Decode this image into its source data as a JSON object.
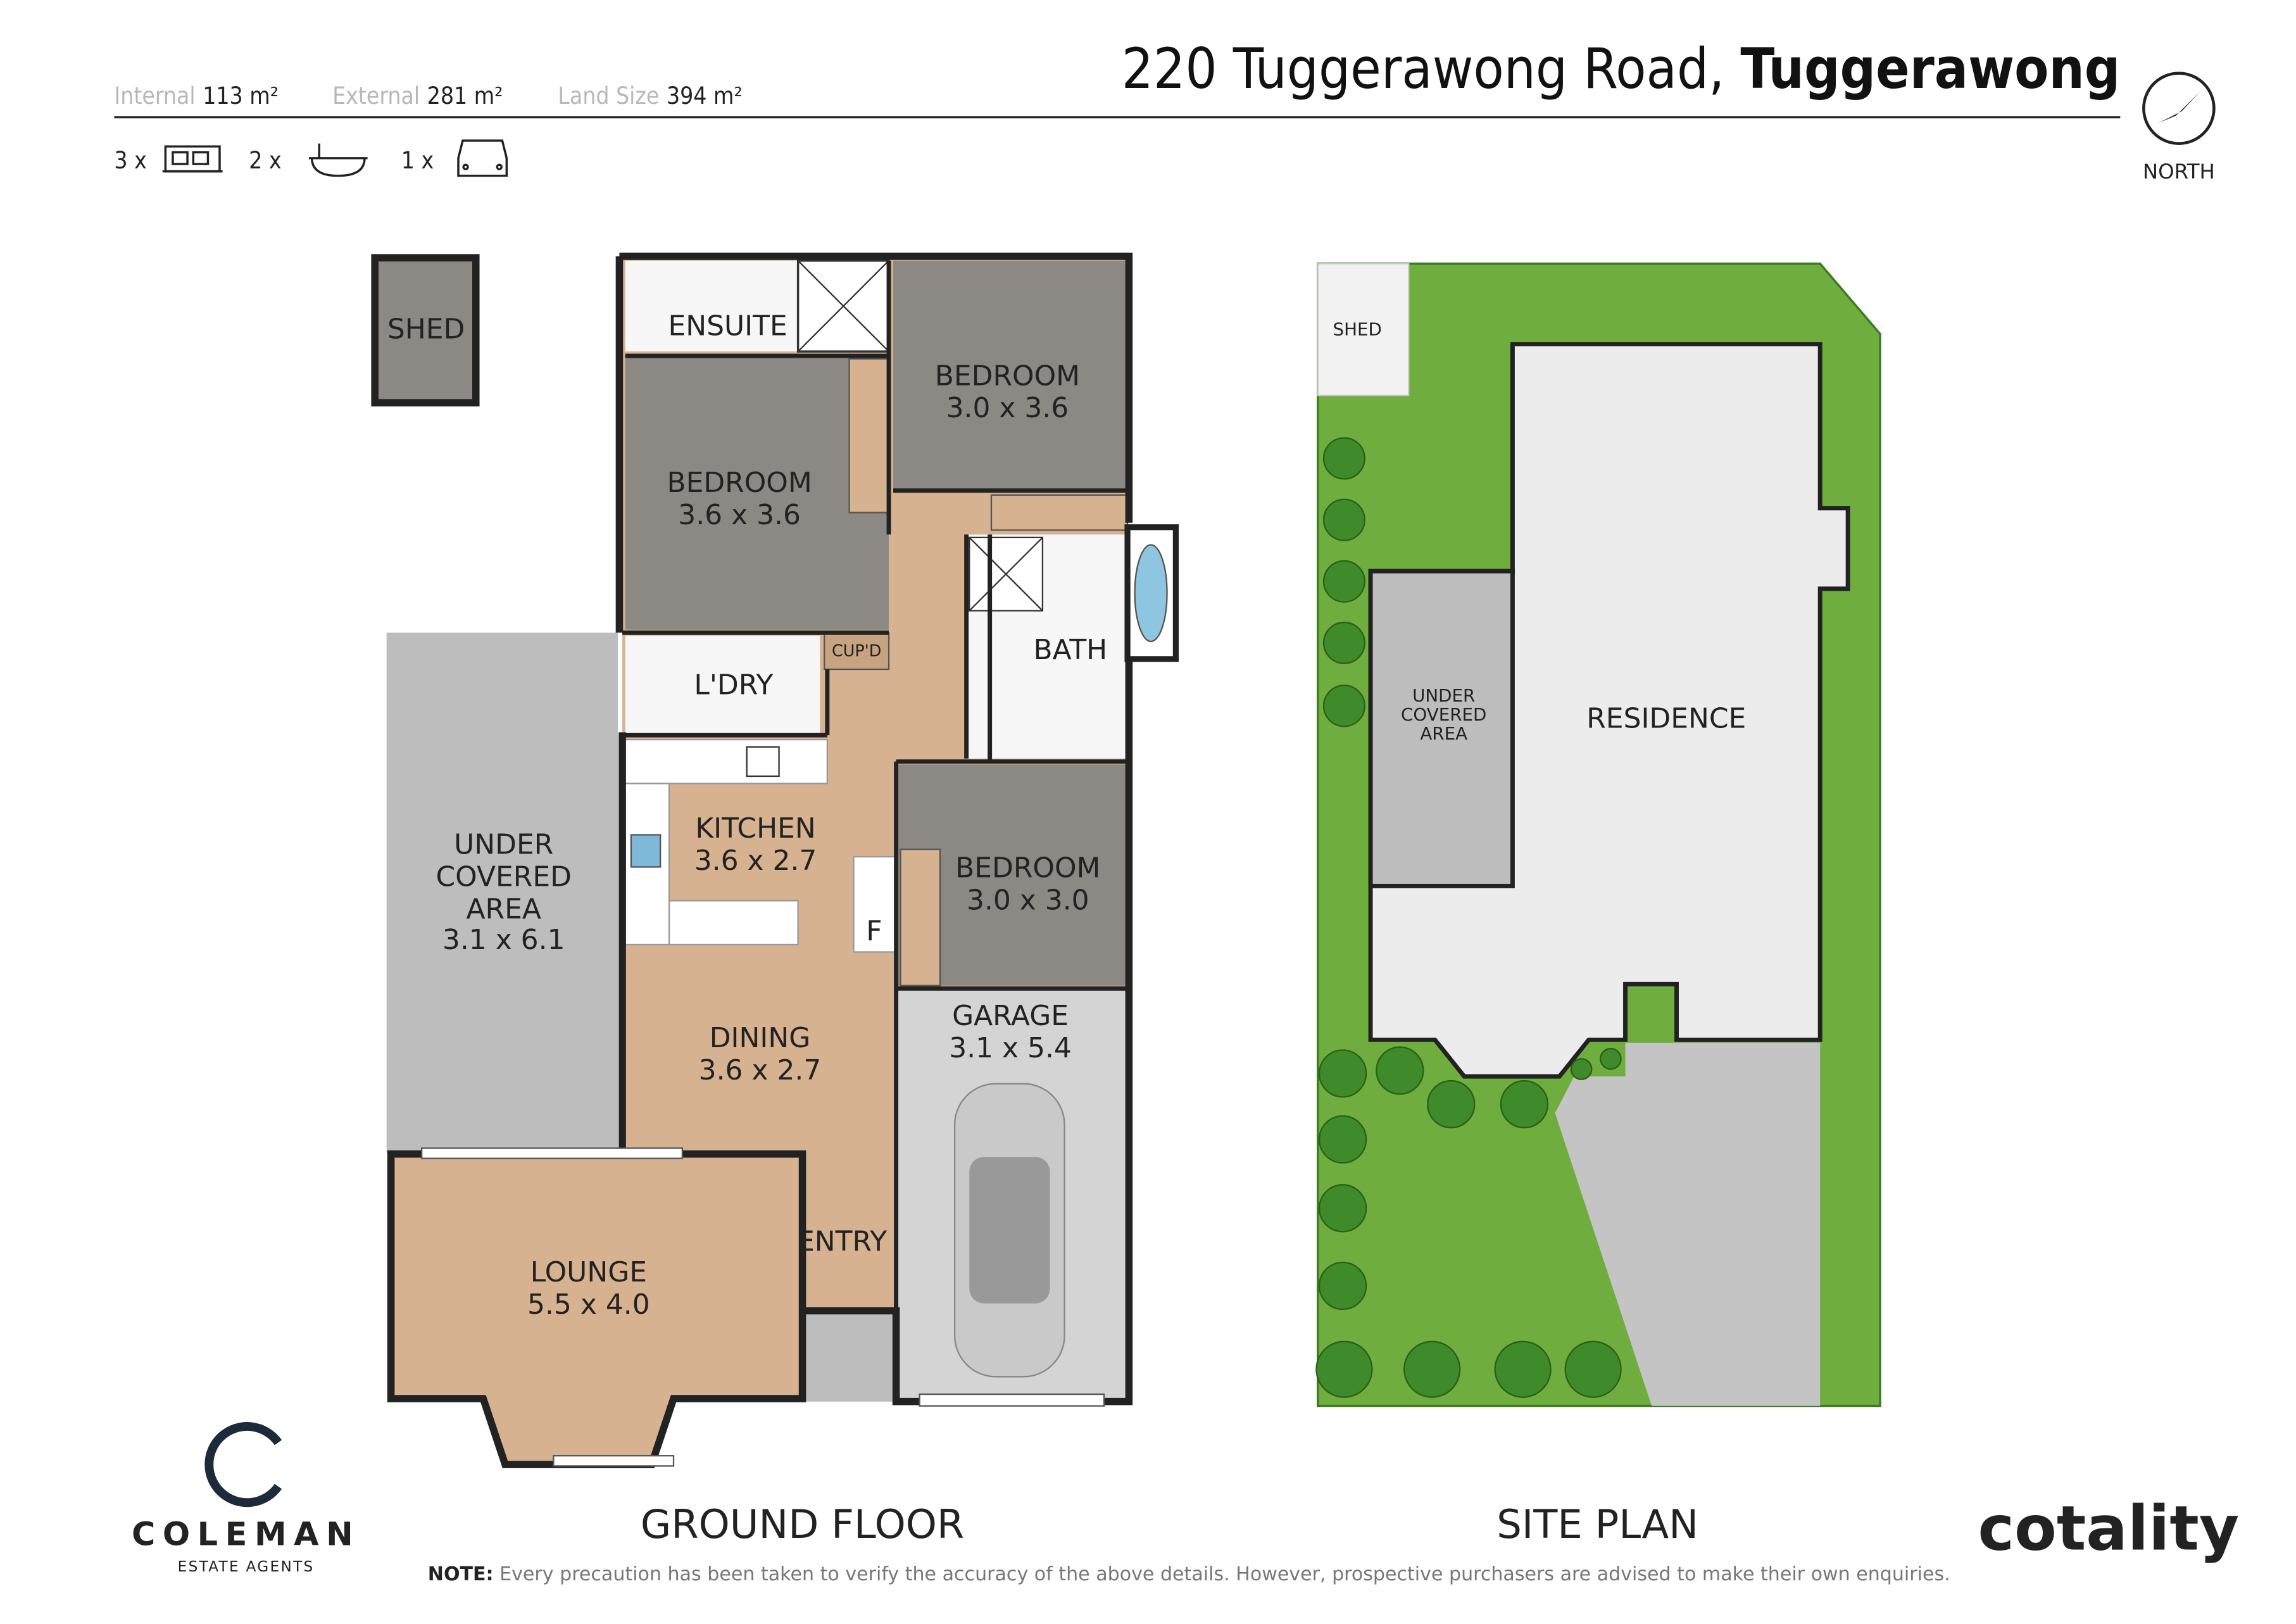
{
  "header": {
    "address_street": "220 Tuggerawong Road,",
    "address_suburb": "Tuggerawong",
    "stats": [
      {
        "label": "Internal",
        "value": "113 m²"
      },
      {
        "label": "External",
        "value": "281 m²"
      },
      {
        "label": "Land Size",
        "value": "394 m²"
      }
    ],
    "features": [
      {
        "count": "3 x",
        "icon": "bed-icon"
      },
      {
        "count": "2 x",
        "icon": "bath-icon"
      },
      {
        "count": "1 x",
        "icon": "car-icon"
      }
    ],
    "compass_label": "NORTH"
  },
  "ground_floor": {
    "title": "GROUND FLOOR",
    "rooms": {
      "shed": "SHED",
      "ensuite": "ENSUITE",
      "bedroom1": {
        "name": "BEDROOM",
        "size": "3.6 x 3.6"
      },
      "bedroom2": {
        "name": "BEDROOM",
        "size": "3.0 x 3.6"
      },
      "bedroom3": {
        "name": "BEDROOM",
        "size": "3.0 x 3.0"
      },
      "cupd": "CUP'D",
      "bath": "BATH",
      "laundry": "L'DRY",
      "kitchen": {
        "name": "KITCHEN",
        "size": "3.6 x 2.7"
      },
      "fridge": "F",
      "under_covered": {
        "line1": "UNDER",
        "line2": "COVERED",
        "line3": "AREA",
        "size": "3.1 x 6.1"
      },
      "dining": {
        "name": "DINING",
        "size": "3.6 x 2.7"
      },
      "garage": {
        "name": "GARAGE",
        "size": "3.1 x 5.4"
      },
      "entry": "ENTRY",
      "lounge": {
        "name": "LOUNGE",
        "size": "5.5 x 4.0"
      }
    }
  },
  "site_plan": {
    "title": "SITE PLAN",
    "shed": "SHED",
    "under_covered": {
      "line1": "UNDER",
      "line2": "COVERED",
      "line3": "AREA"
    },
    "residence": "RESIDENCE"
  },
  "footer": {
    "agency_name": "COLEMAN",
    "agency_sub": "ESTATE AGENTS",
    "note_label": "NOTE:",
    "note_text": "Every precaution has been taken to verify the accuracy of the above details. However, prospective purchasers are advised to make their own enquiries.",
    "watermark": "cotality"
  },
  "colors": {
    "wall": "#222222",
    "wood": "#d6b290",
    "bedroom": "#8c8984",
    "tile": "#f7f7f7",
    "covered": "#bdbdbd",
    "garage": "#d4d4d4",
    "grass": "#6fae3e",
    "residence": "#ececec"
  }
}
